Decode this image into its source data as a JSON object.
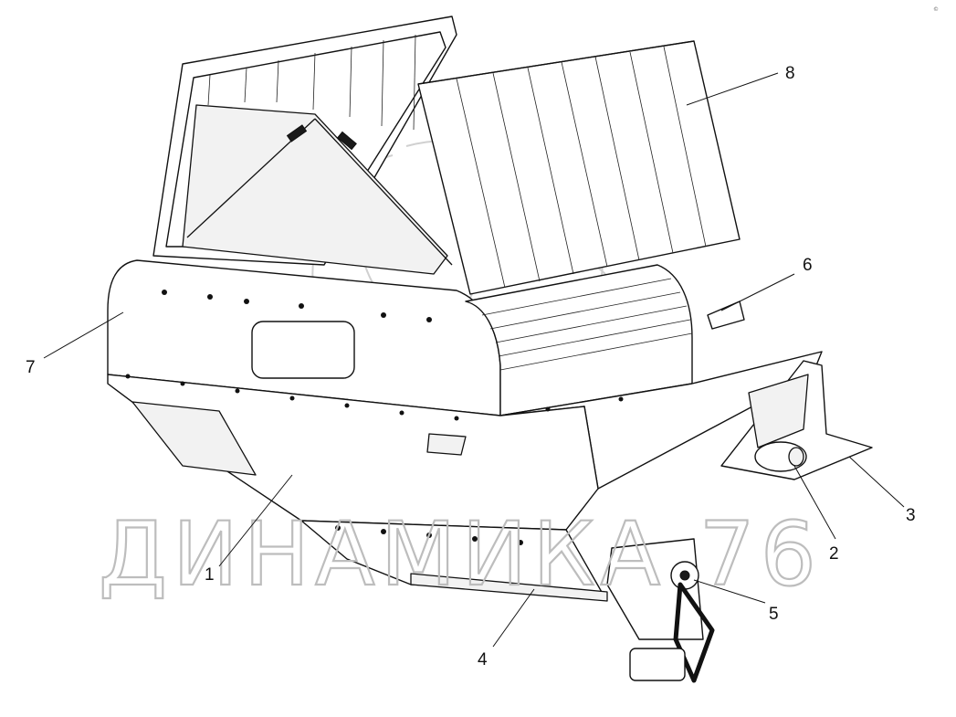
{
  "watermark": {
    "text": "ДИНАМИКА 76"
  },
  "corner_mark": "©",
  "callouts": [
    {
      "id": "1",
      "label": "1"
    },
    {
      "id": "2",
      "label": "2"
    },
    {
      "id": "3",
      "label": "3"
    },
    {
      "id": "4",
      "label": "4"
    },
    {
      "id": "5",
      "label": "5"
    },
    {
      "id": "6",
      "label": "6"
    },
    {
      "id": "7",
      "label": "7"
    },
    {
      "id": "8",
      "label": "8"
    }
  ]
}
